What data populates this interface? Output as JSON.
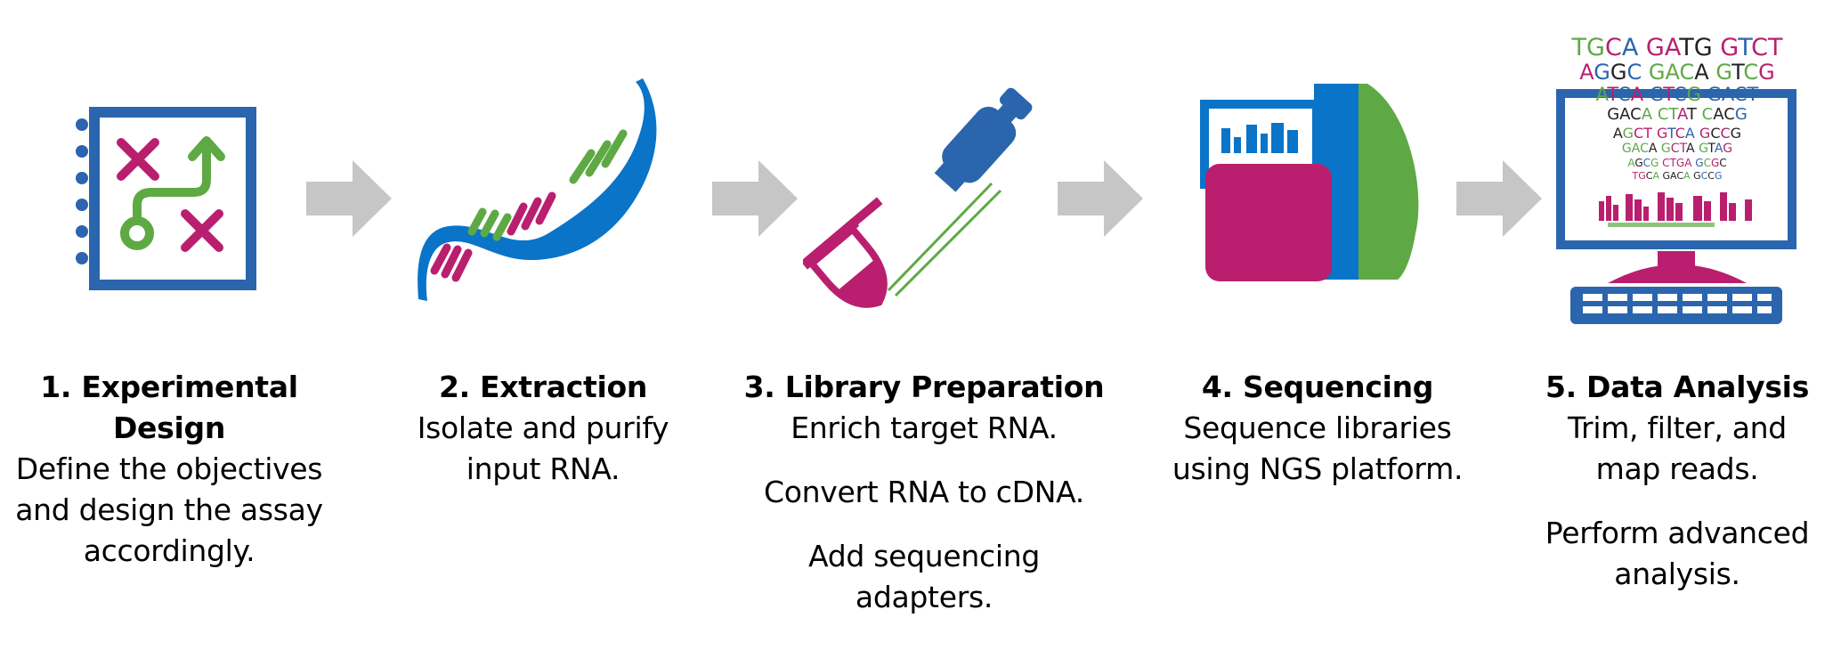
{
  "colors": {
    "blue": "#2b65ad",
    "bright_blue": "#0a74c8",
    "green": "#5ea944",
    "magenta": "#b91f6e",
    "arrow_gray": "#c6c6c6"
  },
  "steps": [
    {
      "title_line1": "1. Experimental",
      "title_line2": "Design",
      "desc": [
        "Define the objectives",
        "and design the assay",
        "accordingly."
      ],
      "icon": "strategy-notebook-icon"
    },
    {
      "title": "2. Extraction",
      "desc": [
        "Isolate and purify",
        "input RNA."
      ],
      "icon": "rna-helix-icon"
    },
    {
      "title": "3. Library Preparation",
      "desc1": "Enrich target RNA.",
      "desc2": "Convert RNA to cDNA.",
      "desc3": [
        "Add sequencing",
        "adapters."
      ],
      "icon": "pipette-tube-icon"
    },
    {
      "title": "4. Sequencing",
      "desc": [
        "Sequence libraries",
        "using NGS platform."
      ],
      "icon": "sequencer-icon"
    },
    {
      "title": "5. Data Analysis",
      "desc1": [
        "Trim, filter, and",
        "map reads."
      ],
      "desc2": [
        "Perform advanced",
        "analysis."
      ],
      "icon": "computer-analysis-icon"
    }
  ],
  "sequence_lines": [
    "TGCA GATG GTCT",
    "AGGC GACA GTCG",
    "ATCA GTCG GACT",
    "GACA CTAT CACG",
    "AGCT GTCA GCCG",
    "GACA GCTA GTAG",
    "AGCG CTGA GCGC",
    "TGCA GACA GCCG"
  ]
}
